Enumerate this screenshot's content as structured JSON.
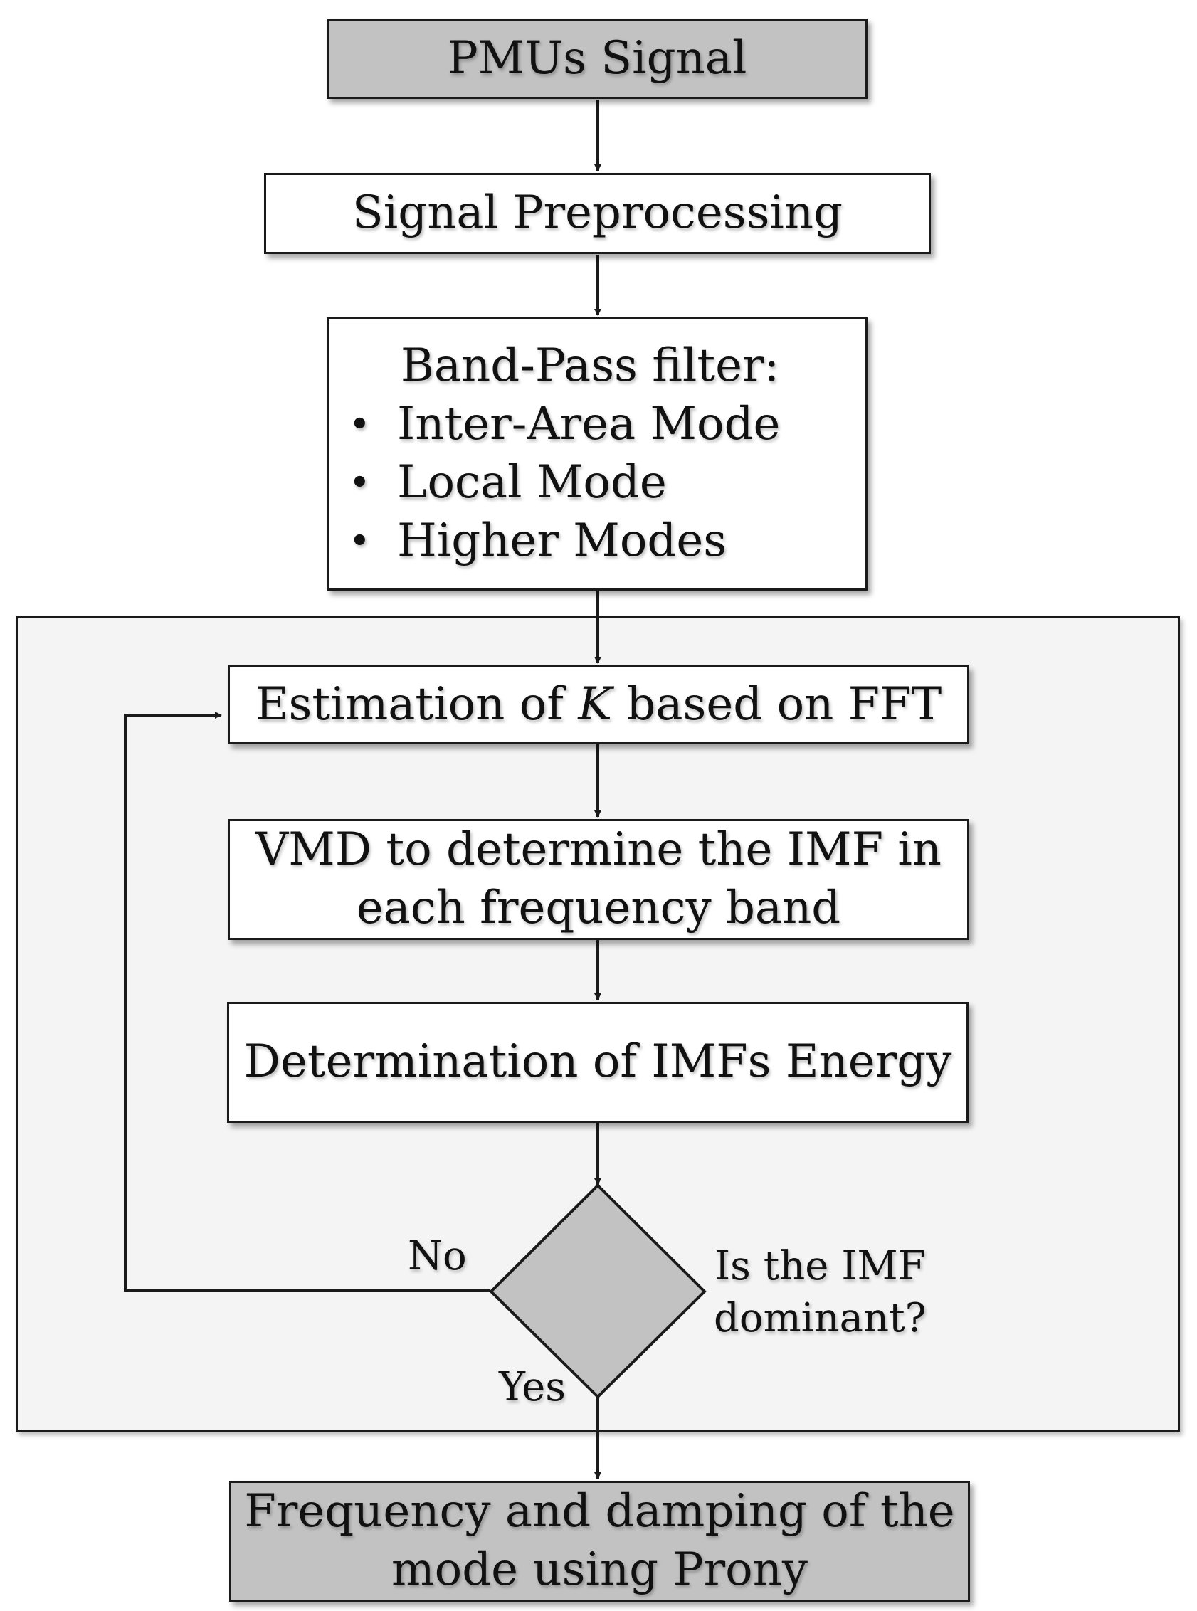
{
  "nodes": {
    "pmu_signal": "PMUs Signal",
    "preprocessing": "Signal Preprocessing",
    "band_pass": {
      "title": "Band-Pass filter:",
      "bullet": "•",
      "items": [
        "Inter-Area Mode",
        "Local Mode",
        "Higher Modes"
      ]
    },
    "estimation": {
      "prefix": "Estimation of ",
      "variable": "K",
      "suffix": " based on FFT"
    },
    "vmd": {
      "line1": "VMD to determine the IMF in",
      "line2": "each frequency band"
    },
    "energy": "Determination of IMFs Energy",
    "decision": {
      "line1": "Is the IMF",
      "line2": "dominant?"
    },
    "output": {
      "line1": "Frequency and damping of the",
      "line2": "mode using Prony"
    }
  },
  "edge_labels": {
    "no": "No",
    "yes": "Yes"
  },
  "colors": {
    "grey_fill": "#c2c2c2",
    "frame_fill": "#f4f4f4",
    "stroke": "#1a1a1a"
  }
}
